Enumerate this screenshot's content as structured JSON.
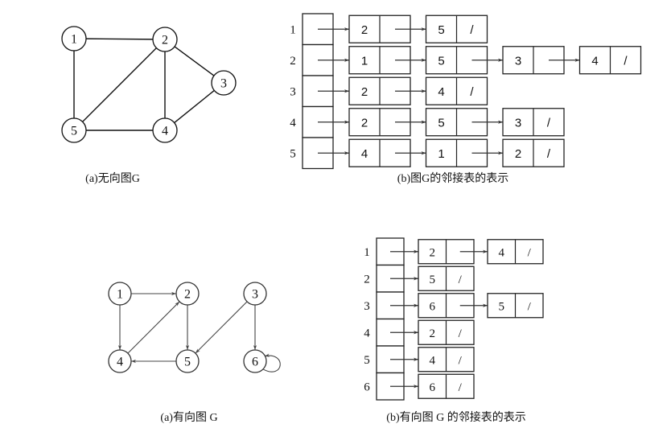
{
  "undirected_graph": {
    "caption": "(a)无向图G",
    "nodes": [
      {
        "id": "1",
        "label": "1"
      },
      {
        "id": "2",
        "label": "2"
      },
      {
        "id": "3",
        "label": "3"
      },
      {
        "id": "4",
        "label": "4"
      },
      {
        "id": "5",
        "label": "5"
      }
    ],
    "edges": [
      [
        "1",
        "2"
      ],
      [
        "1",
        "5"
      ],
      [
        "2",
        "5"
      ],
      [
        "2",
        "4"
      ],
      [
        "2",
        "3"
      ],
      [
        "3",
        "4"
      ],
      [
        "5",
        "4"
      ]
    ]
  },
  "undirected_adjacency_list": {
    "caption": "(b)图G的邻接表的表示",
    "null_symbol": "/",
    "rows": [
      {
        "vertex": "1",
        "neighbors": [
          "2",
          "5"
        ]
      },
      {
        "vertex": "2",
        "neighbors": [
          "1",
          "5",
          "3",
          "4"
        ]
      },
      {
        "vertex": "3",
        "neighbors": [
          "2",
          "4"
        ]
      },
      {
        "vertex": "4",
        "neighbors": [
          "2",
          "5",
          "3"
        ]
      },
      {
        "vertex": "5",
        "neighbors": [
          "4",
          "1",
          "2"
        ]
      }
    ]
  },
  "directed_graph": {
    "caption": "(a)有向图 G",
    "nodes": [
      {
        "id": "1",
        "label": "1"
      },
      {
        "id": "2",
        "label": "2"
      },
      {
        "id": "3",
        "label": "3"
      },
      {
        "id": "4",
        "label": "4"
      },
      {
        "id": "5",
        "label": "5"
      },
      {
        "id": "6",
        "label": "6"
      }
    ],
    "edges": [
      [
        "1",
        "2"
      ],
      [
        "1",
        "4"
      ],
      [
        "4",
        "2"
      ],
      [
        "2",
        "5"
      ],
      [
        "5",
        "4"
      ],
      [
        "3",
        "5"
      ],
      [
        "3",
        "6"
      ],
      [
        "6",
        "6"
      ]
    ]
  },
  "directed_adjacency_list": {
    "caption": "(b)有向图 G 的邻接表的表示",
    "null_symbol": "/",
    "rows": [
      {
        "vertex": "1",
        "neighbors": [
          "2",
          "4"
        ]
      },
      {
        "vertex": "2",
        "neighbors": [
          "5"
        ]
      },
      {
        "vertex": "3",
        "neighbors": [
          "6",
          "5"
        ]
      },
      {
        "vertex": "4",
        "neighbors": [
          "2"
        ]
      },
      {
        "vertex": "5",
        "neighbors": [
          "4"
        ]
      },
      {
        "vertex": "6",
        "neighbors": [
          "6"
        ]
      }
    ]
  }
}
